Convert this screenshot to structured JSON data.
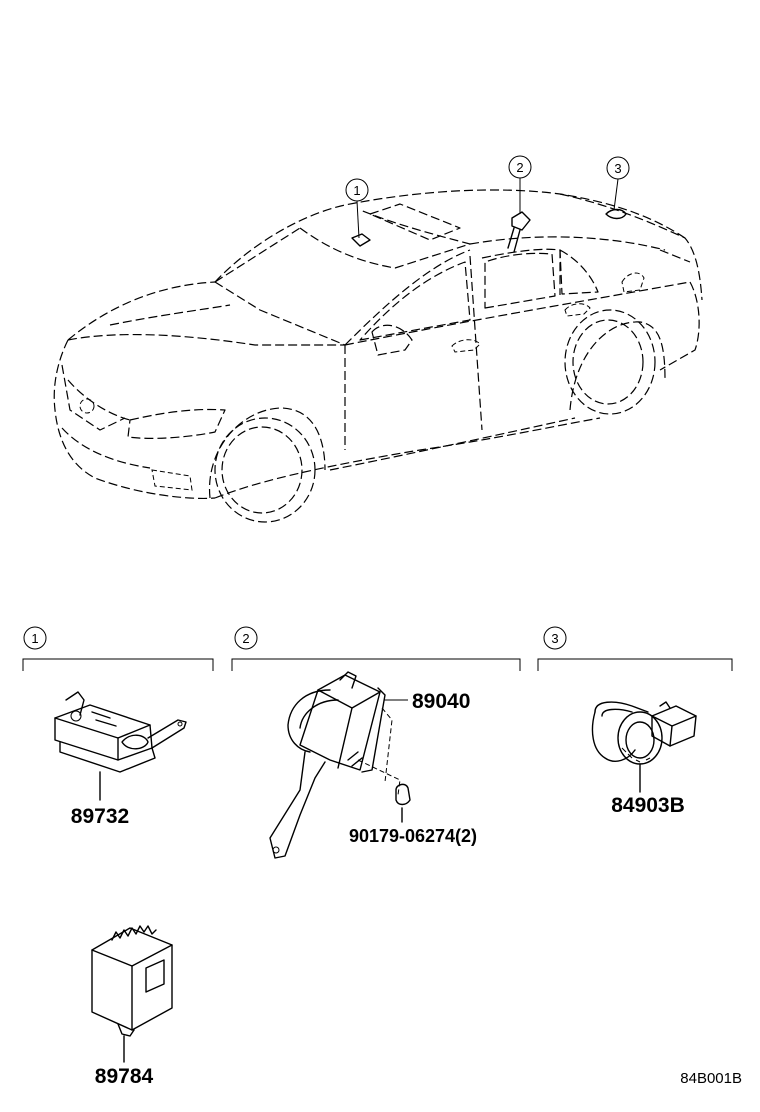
{
  "callouts": {
    "c1": "1",
    "c2": "2",
    "c3": "3"
  },
  "sections": [
    {
      "number": "1"
    },
    {
      "number": "2"
    },
    {
      "number": "3"
    }
  ],
  "parts": {
    "p89732": "89732",
    "p89040": "89040",
    "p90179": "90179-06274(2)",
    "p84903b": "84903B",
    "p89784": "89784"
  },
  "drawing_code": "84B001B"
}
